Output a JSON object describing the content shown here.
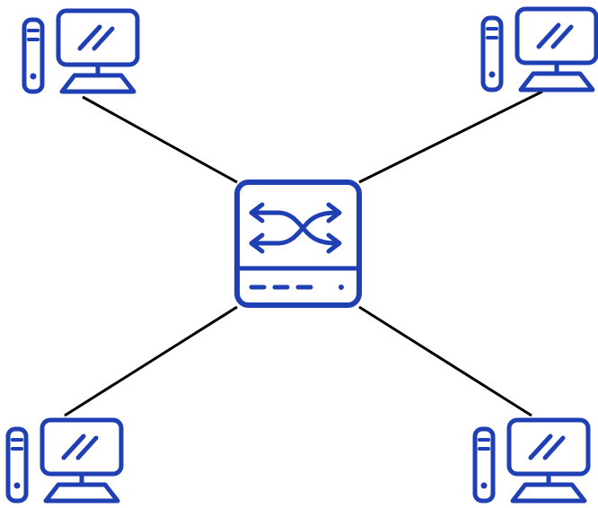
{
  "diagram": {
    "type": "star-network-topology",
    "colors": {
      "icon_stroke": "#1f3fb5",
      "link": "#000000",
      "background": "#ffffff"
    },
    "hub": {
      "icon": "network-switch-icon"
    },
    "nodes": [
      {
        "id": "computer-top-left",
        "icon": "desktop-computer-icon",
        "position": "top-left"
      },
      {
        "id": "computer-top-right",
        "icon": "desktop-computer-icon",
        "position": "top-right"
      },
      {
        "id": "computer-bottom-left",
        "icon": "desktop-computer-icon",
        "position": "bottom-left"
      },
      {
        "id": "computer-bottom-right",
        "icon": "desktop-computer-icon",
        "position": "bottom-right"
      }
    ],
    "links": [
      {
        "from": "switch",
        "to": "computer-top-left"
      },
      {
        "from": "switch",
        "to": "computer-top-right"
      },
      {
        "from": "switch",
        "to": "computer-bottom-left"
      },
      {
        "from": "switch",
        "to": "computer-bottom-right"
      }
    ]
  }
}
